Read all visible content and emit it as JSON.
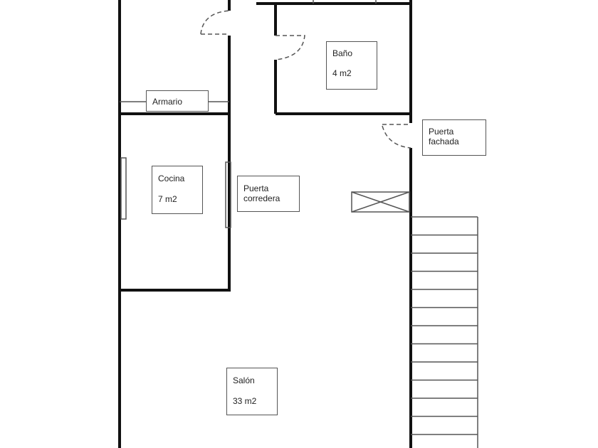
{
  "rooms": {
    "bano": {
      "name": "Baño",
      "area": "4 m2"
    },
    "cocina": {
      "name": "Cocina",
      "area": "7 m2"
    },
    "salon": {
      "name": "Salón",
      "area": "33 m2"
    },
    "armario": {
      "name": "Armario"
    },
    "puerta_fachada": {
      "line1": "Puerta",
      "line2": "fachada"
    },
    "puerta_corredera": {
      "line1": "Puerta",
      "line2": "corredera"
    }
  },
  "colors": {
    "wall": "#111111",
    "thin": "#555555"
  }
}
